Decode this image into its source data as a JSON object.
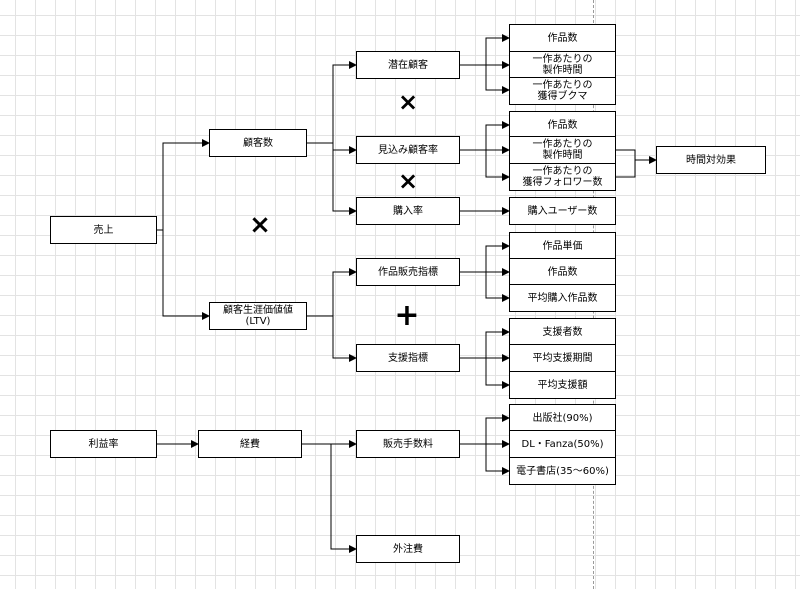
{
  "nodes": {
    "sales": "売上",
    "customers": "顧客数",
    "ltv": "顧客生涯価値値\n(LTV)",
    "potential": "潜在顧客",
    "prospect_rate": "見込み顧客率",
    "purchase_rate": "購入率",
    "sales_index": "作品販売指標",
    "support_index": "支援指標",
    "works_count_1": "作品数",
    "time_per_work": "一作あたりの\n製作時間",
    "bookmarks_per_work": "一作あたりの\n獲得ブクマ",
    "works_count_2": "作品数",
    "time_per_work_2": "一作あたりの\n製作時間",
    "followers_per_work": "一作あたりの\n獲得フォロワー数",
    "cost_effectiveness": "時間対効果",
    "buyers": "購入ユーザー数",
    "unit_price": "作品単価",
    "works_count_3": "作品数",
    "avg_purchased": "平均購入作品数",
    "supporters": "支援者数",
    "avg_period": "平均支援期間",
    "avg_amount": "平均支援額",
    "profit_rate": "利益率",
    "expenses": "経費",
    "sales_fee": "販売手数料",
    "publisher": "出版社(90%)",
    "dl_fanza": "DL・Fanza(50%)",
    "ebook_store": "電子書店(35～60%)",
    "outsourcing": "外注費"
  },
  "operators": {
    "times_1": "×",
    "times_2": "×",
    "times_3": "×",
    "plus_1": "+"
  }
}
